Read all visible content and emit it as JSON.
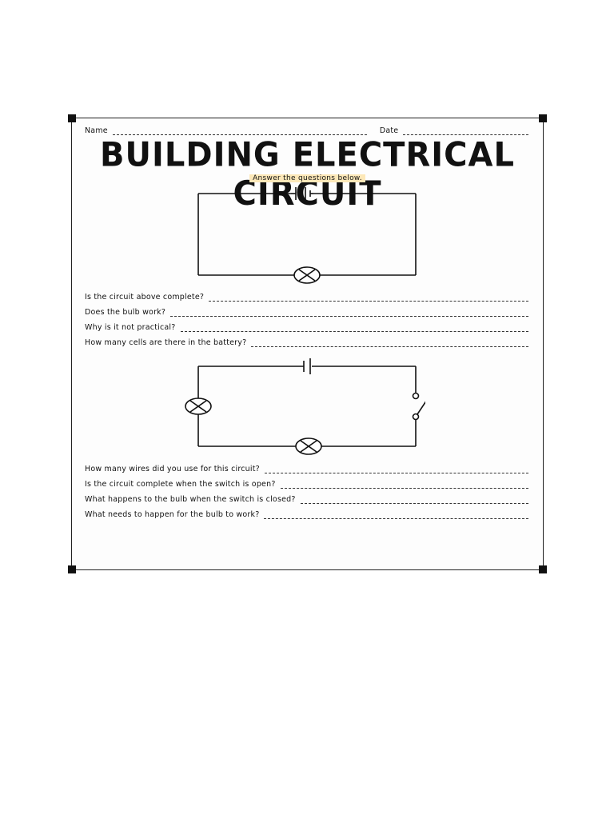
{
  "header": {
    "name_label": "Name",
    "date_label": "Date"
  },
  "title": "BUILDING ELECTRICAL CIRCUIT",
  "subtitle": "Answer the questions below.",
  "questions_set1": [
    "Is the circuit above complete?",
    "Does the bulb work?",
    "Why is it not practical?",
    "How many cells are there in the battery?"
  ],
  "questions_set2": [
    "How many wires did you use for this circuit?",
    "Is the circuit complete when the switch is open?",
    "What happens to the bulb when the switch is closed?",
    "What needs to happen for the bulb to work?"
  ]
}
